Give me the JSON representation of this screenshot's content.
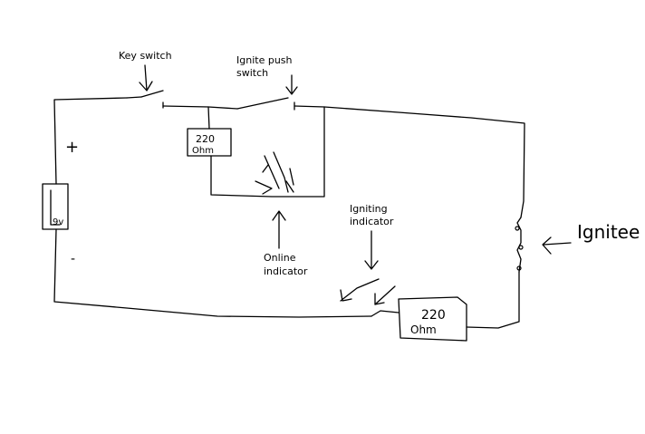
{
  "labels": {
    "key_switch": "Key switch",
    "ignite_push_line1": "Ignite push",
    "ignite_push_line2": "switch",
    "online_line1": "Online",
    "online_line2": "indicator",
    "igniting_line1": "Igniting",
    "igniting_line2": "indicator",
    "igniter": "Ignitee",
    "battery_plus": "+",
    "battery_minus": "-",
    "battery_voltage": "9v",
    "resistor1_value": "220",
    "resistor1_unit": "Ohm",
    "resistor2_value": "220",
    "resistor2_unit": "Ohm"
  }
}
